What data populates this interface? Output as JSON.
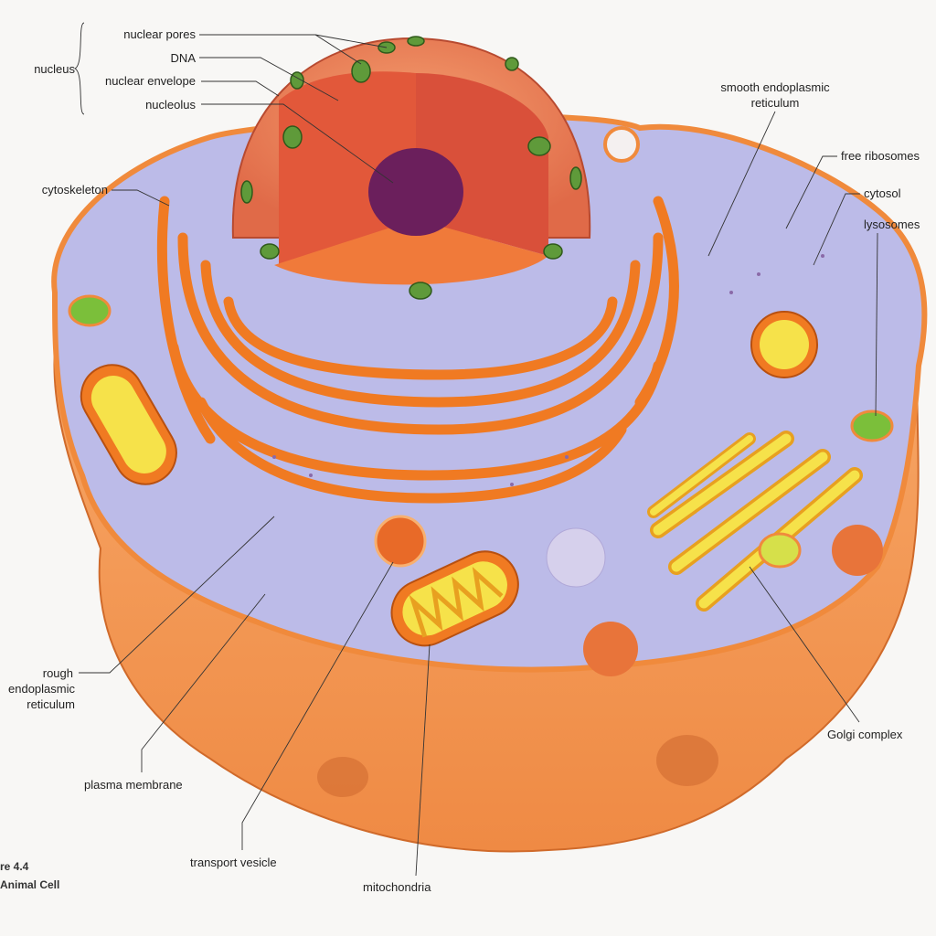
{
  "title": "Animal Cell",
  "figure_number": "re 4.4",
  "labels": {
    "nucleus": "nucleus",
    "nuclear_pores": "nuclear pores",
    "dna": "DNA",
    "nuclear_envelope": "nuclear envelope",
    "nucleolus": "nucleolus",
    "cytoskeleton": "cytoskeleton",
    "smooth_er_line1": "smooth endoplasmic",
    "smooth_er_line2": "reticulum",
    "free_ribosomes": "free ribosomes",
    "cytosol": "cytosol",
    "lysosomes": "lysosomes",
    "rough_er_line1": "rough",
    "rough_er_line2": "endoplasmic",
    "rough_er_line3": "reticulum",
    "plasma_membrane": "plasma membrane",
    "transport_vesicle": "transport vesicle",
    "mitochondria": "mitochondria",
    "golgi_complex": "Golgi complex"
  },
  "colors": {
    "membrane": "#f08a3c",
    "cytosol": "#b9b8e6",
    "nucleus": "#e0643a",
    "nucleolus": "#6b1f5c",
    "pore": "#5f9a3a",
    "golgi": "#f3d84a"
  }
}
